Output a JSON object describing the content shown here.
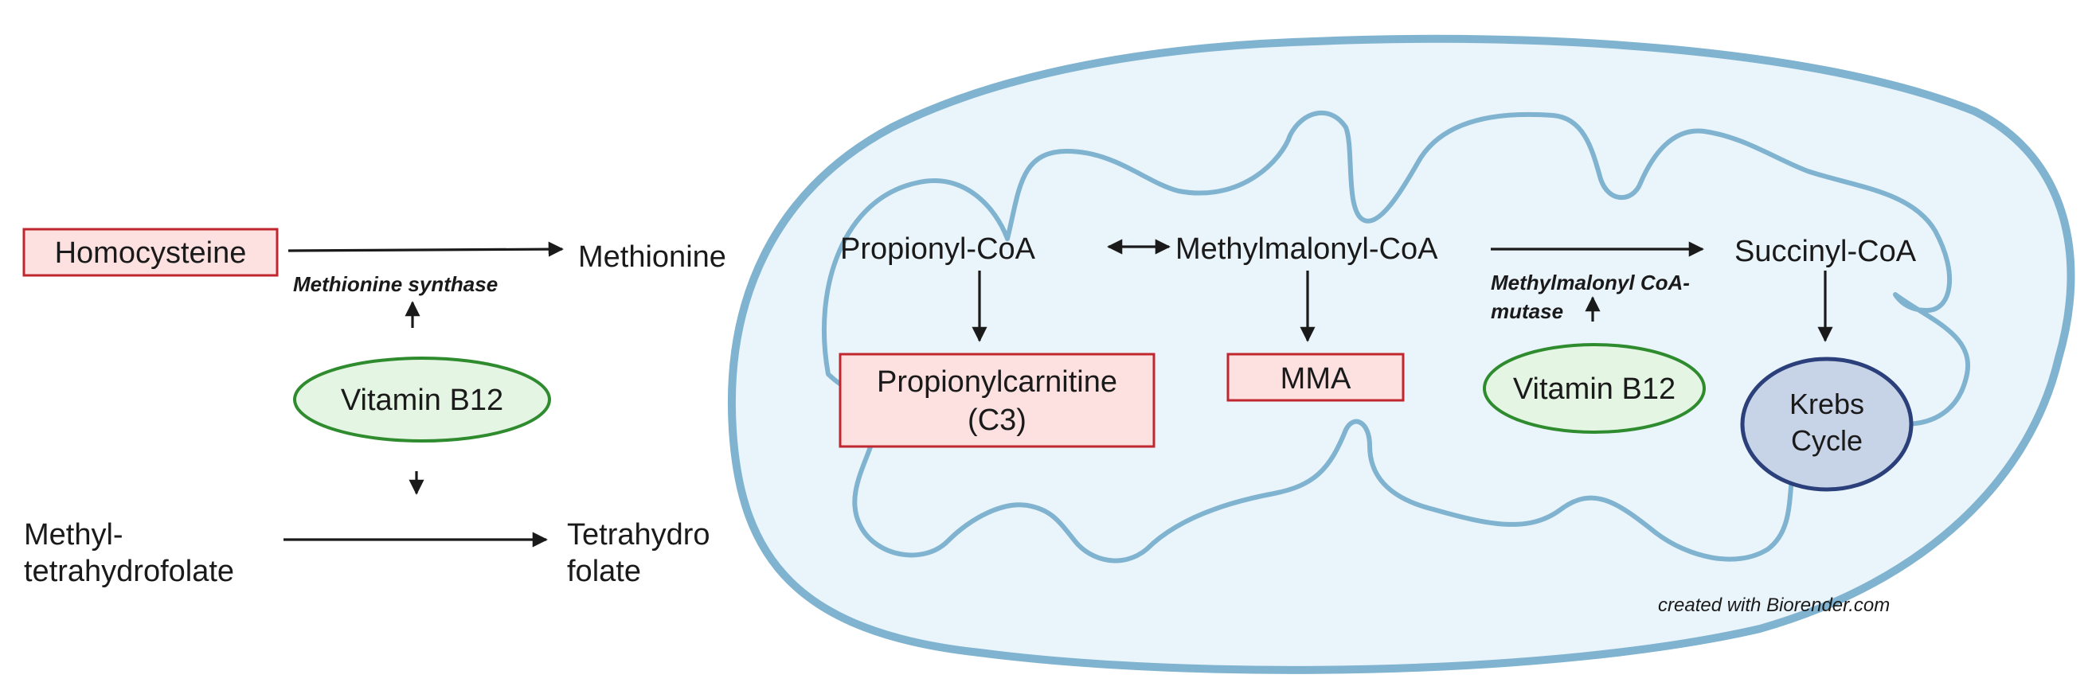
{
  "cytosol": {
    "homocysteine": "Homocysteine",
    "methionine": "Methionine",
    "enzyme": "Methionine synthase",
    "cofactor": "Vitamin B12",
    "methyl_thf_line1": "Methyl-",
    "methyl_thf_line2": "tetrahydrofolate",
    "thf_line1": "Tetrahydro",
    "thf_line2": "folate"
  },
  "mitochondrion": {
    "propionyl_coa": "Propionyl-CoA",
    "methylmalonyl_coa": "Methylmalonyl-CoA",
    "succinyl_coa": "Succinyl-CoA",
    "propionylcarnitine_line1": "Propionylcarnitine",
    "propionylcarnitine_line2": "(C3)",
    "mma": "MMA",
    "enzyme_line1": "Methylmalonyl CoA-",
    "enzyme_line2": "mutase",
    "cofactor": "Vitamin B12",
    "krebs_line1": "Krebs",
    "krebs_line2": "Cycle"
  },
  "credit": "created with Biorender.com",
  "colors": {
    "marker_box_fill": "#fde0e0",
    "marker_box_stroke": "#c0262d",
    "vitamin_fill": "#e5f5e3",
    "vitamin_stroke": "#2e8b2e",
    "mito_fill": "#eaf4fb",
    "mito_stroke": "#7fb3cf",
    "krebs_fill": "#c7d3e6",
    "krebs_stroke": "#2b3f7a"
  }
}
